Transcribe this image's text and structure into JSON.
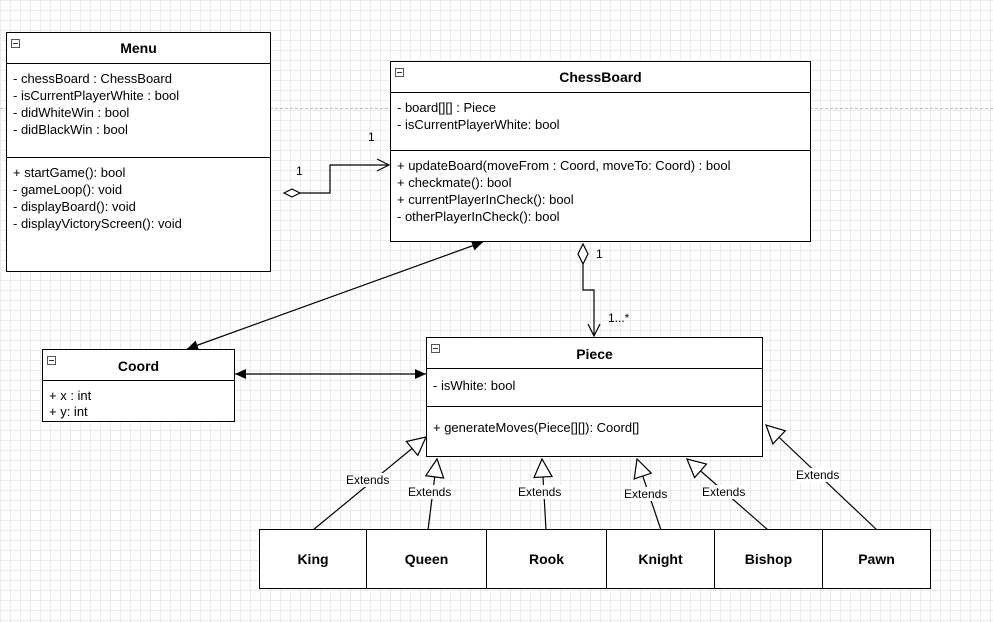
{
  "classes": {
    "menu": {
      "name": "Menu",
      "attributes": [
        "- chessBoard : ChessBoard",
        "- isCurrentPlayerWhite : bool",
        "- didWhiteWin : bool",
        "- didBlackWin : bool"
      ],
      "methods": [
        "+ startGame(): bool",
        "- gameLoop(): void",
        "- displayBoard(): void",
        "- displayVictoryScreen(): void"
      ]
    },
    "chessboard": {
      "name": "ChessBoard",
      "attributes": [
        "- board[][] : Piece",
        "- isCurrentPlayerWhite: bool"
      ],
      "methods": [
        "+ updateBoard(moveFrom : Coord, moveTo: Coord) : bool",
        "+ checkmate(): bool",
        "+ currentPlayerInCheck(): bool",
        "- otherPlayerInCheck(): bool"
      ]
    },
    "coord": {
      "name": "Coord",
      "attributes": [
        "+ x : int",
        "+ y: int"
      ]
    },
    "piece": {
      "name": "Piece",
      "attributes": [
        "- isWhite: bool"
      ],
      "methods": [
        "+ generateMoves(Piece[][]): Coord[]"
      ]
    }
  },
  "subclasses": [
    "King",
    "Queen",
    "Rook",
    "Knight",
    "Bishop",
    "Pawn"
  ],
  "labels": {
    "menu_mult": "1",
    "board_mult_left": "1",
    "board_piece_mult": "1",
    "piece_mult": "1...*",
    "extends": "Extends"
  }
}
